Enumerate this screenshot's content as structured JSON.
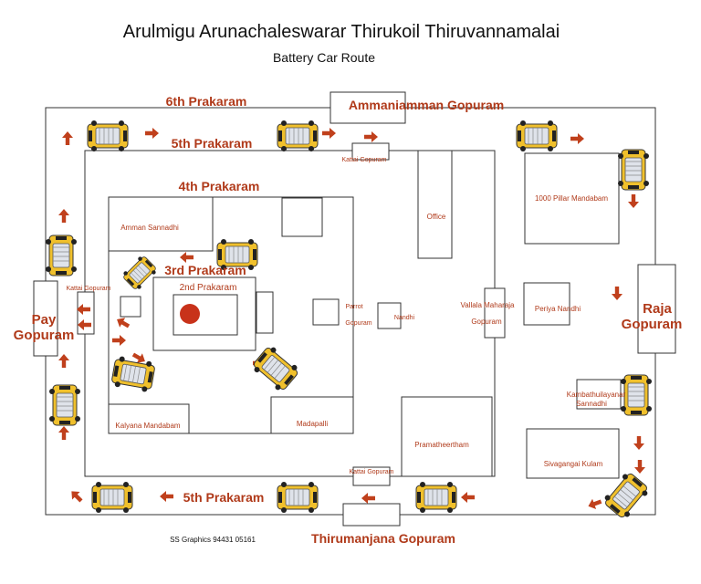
{
  "title": "Arulmigu Arunachaleswarar Thirukoil Thiruvannamalai",
  "subtitle": "Battery Car Route",
  "credit": "SS Graphics 94431 05161",
  "colors": {
    "label_accent": "#b03a1a",
    "label_dark": "#333333",
    "outline": "#333333",
    "arrow": "#c0401c",
    "vehicle_body": "#f0c02c",
    "vehicle_roof": "#dfe3ea"
  },
  "labels": {
    "prakaram_6": "6th Prakaram",
    "prakaram_5_top": "5th Prakaram",
    "prakaram_5_bottom": "5th Prakaram",
    "prakaram_4": "4th Prakaram",
    "prakaram_3": "3rd Prakaram",
    "prakaram_2": "2nd Prakaram",
    "ammaniamman_gopuram": "Ammaniamman Gopuram",
    "thirumanjana_gopuram": "Thirumanjana Gopuram",
    "raja_gopuram_1": "Raja",
    "raja_gopuram_2": "Gopuram",
    "pay_gopuram_1": "Pay",
    "pay_gopuram_2": "Gopuram",
    "kattai_gopuram_top": "Kattai Gopuram",
    "kattai_gopuram_bottom": "Kattai Gopuram",
    "kattai_gopuram_left": "Kattai Gopuram",
    "office": "Office",
    "pillar_mandabam": "1000 Pillar Mandabam",
    "amman_sannadhi": "Amman Sannadhi",
    "parrot_1": "Parrot",
    "parrot_2": "Gopuram",
    "nandhi": "Nandhi",
    "vallala_1": "Vallala Maharaja",
    "vallala_2": "Gopuram",
    "periya_nandhi": "Periya Nandhi",
    "kambathu_1": "Kambathuilayanar",
    "kambathu_2": "Sannadhi",
    "sivagangai_kulam": "Sivagangai Kulam",
    "pramatheertham": "Pramatheertham",
    "madapalli": "Madapalli",
    "kalyana_mandabam": "Kalyana Mandabam"
  }
}
